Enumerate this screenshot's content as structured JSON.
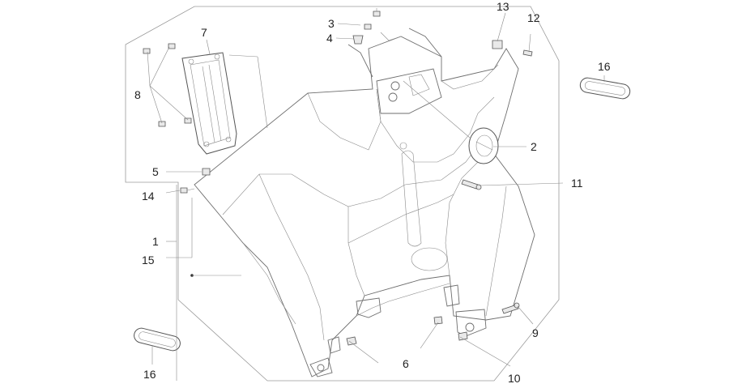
{
  "labels": {
    "l1": "1",
    "l2": "2",
    "l3": "3",
    "l4": "4",
    "l5": "5",
    "l6": "6",
    "l7": "7",
    "l8": "8",
    "l9": "9",
    "l10": "10",
    "l11": "11",
    "l12": "12",
    "l13": "13",
    "l14": "14",
    "l15": "15",
    "l16a": "16",
    "l16b": "16"
  }
}
